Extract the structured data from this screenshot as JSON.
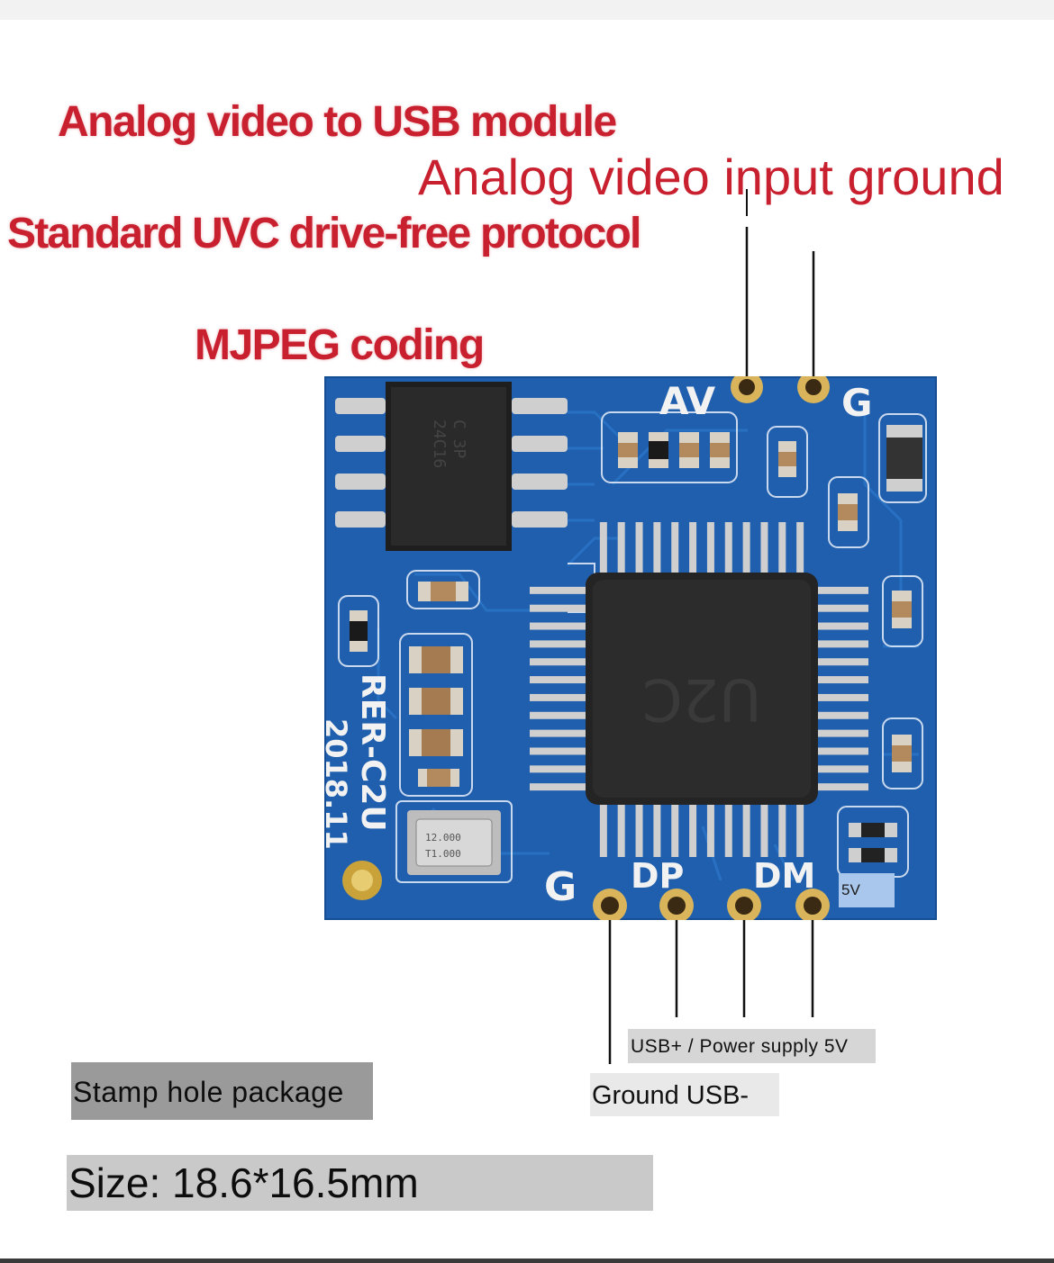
{
  "title": "Analog video to USB module",
  "feature_protocol": "Standard UVC drive-free protocol",
  "feature_coding": "MJPEG coding",
  "callout_top": "Analog video input ground",
  "board": {
    "pin_av": "AV",
    "pin_g_top": "G",
    "pin_g_bottom": "G",
    "pin_dp": "DP",
    "pin_dm": "DM",
    "model_text": "RER-C2U",
    "date_text": "2018.11",
    "chip_text": "U2C",
    "pcb_color": "#1f5fae"
  },
  "label_5v": "5V",
  "callout_usb_plus": "USB+ / Power supply 5V",
  "callout_ground": "Ground USB-",
  "stamp_label": "Stamp hole package",
  "size_label": "Size: 18.6*16.5mm"
}
